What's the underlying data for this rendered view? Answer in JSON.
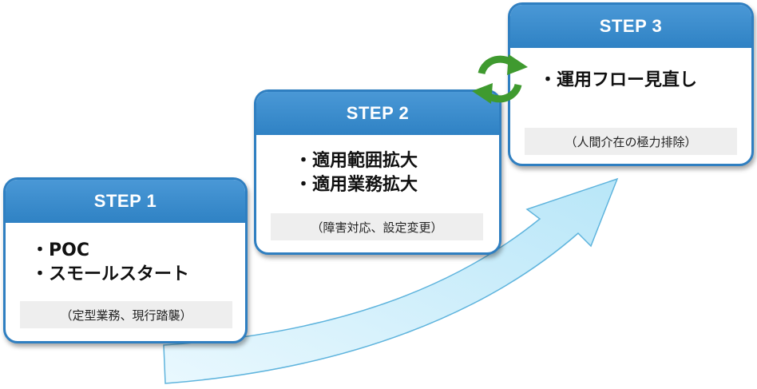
{
  "steps": [
    {
      "title": "STEP 1",
      "items": [
        "POC",
        "スモールスタート"
      ],
      "note": "（定型業務、現行踏襲）"
    },
    {
      "title": "STEP 2",
      "items": [
        "適用範囲拡大",
        "適用業務拡大"
      ],
      "note": "（障害対応、設定変更）"
    },
    {
      "title": "STEP 3",
      "items": [
        "運用フロー見直し"
      ],
      "note": "（人間介在の極力排除）"
    }
  ],
  "bullet_char": "・",
  "colors": {
    "card_border": "#2f7fc1",
    "header_fill": "#3a8ccb",
    "arrow_fill": "#cdeefb",
    "cycle_icon": "#3f9a2f",
    "note_fill": "#eeeeee"
  },
  "icons": {
    "cycle": "refresh-cycle-icon"
  }
}
